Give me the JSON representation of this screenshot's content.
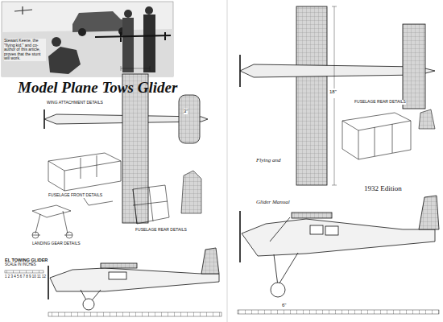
{
  "diagram": {
    "title": "Model Plane Tows Glider",
    "caption": "Stewart Keene, the \"flying kid,\" and co-author of this article, proves that the stunt will work.",
    "labels": [
      "WING ATTACHMENT DETAILS",
      "FUSELAGE FRONT DETAILS",
      "LANDING GEAR DETAILS",
      "FUSELAGE REAR DETAILS",
      "EL TOWING GLIDER",
      "SCALE IN INCHES",
      "1 2 3 4 5 6 7 8 9 10 11 12",
      "Flying and",
      "Glider Manual",
      "FUSELAGE REAR DETAILS",
      "1932 Edition",
      "18\"",
      "3\"",
      "6\""
    ]
  }
}
